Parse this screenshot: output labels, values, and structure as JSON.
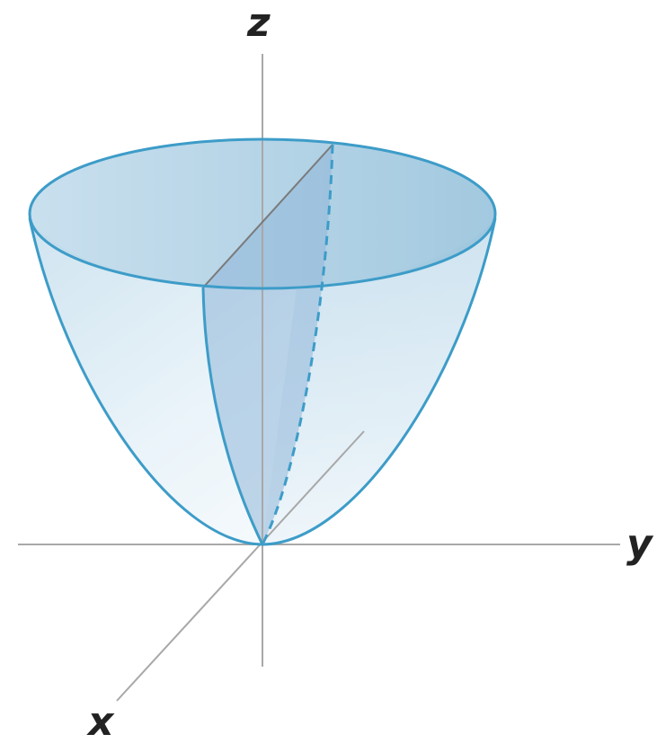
{
  "axes": {
    "z_label": "z",
    "y_label": "y",
    "x_label": "x"
  },
  "colors": {
    "outline": "#3d9cc8",
    "axis": "#a8a8a8",
    "rim_fill": "#a9cde2",
    "cross_section_fill": "#8fb6d9",
    "label": "#222222"
  }
}
